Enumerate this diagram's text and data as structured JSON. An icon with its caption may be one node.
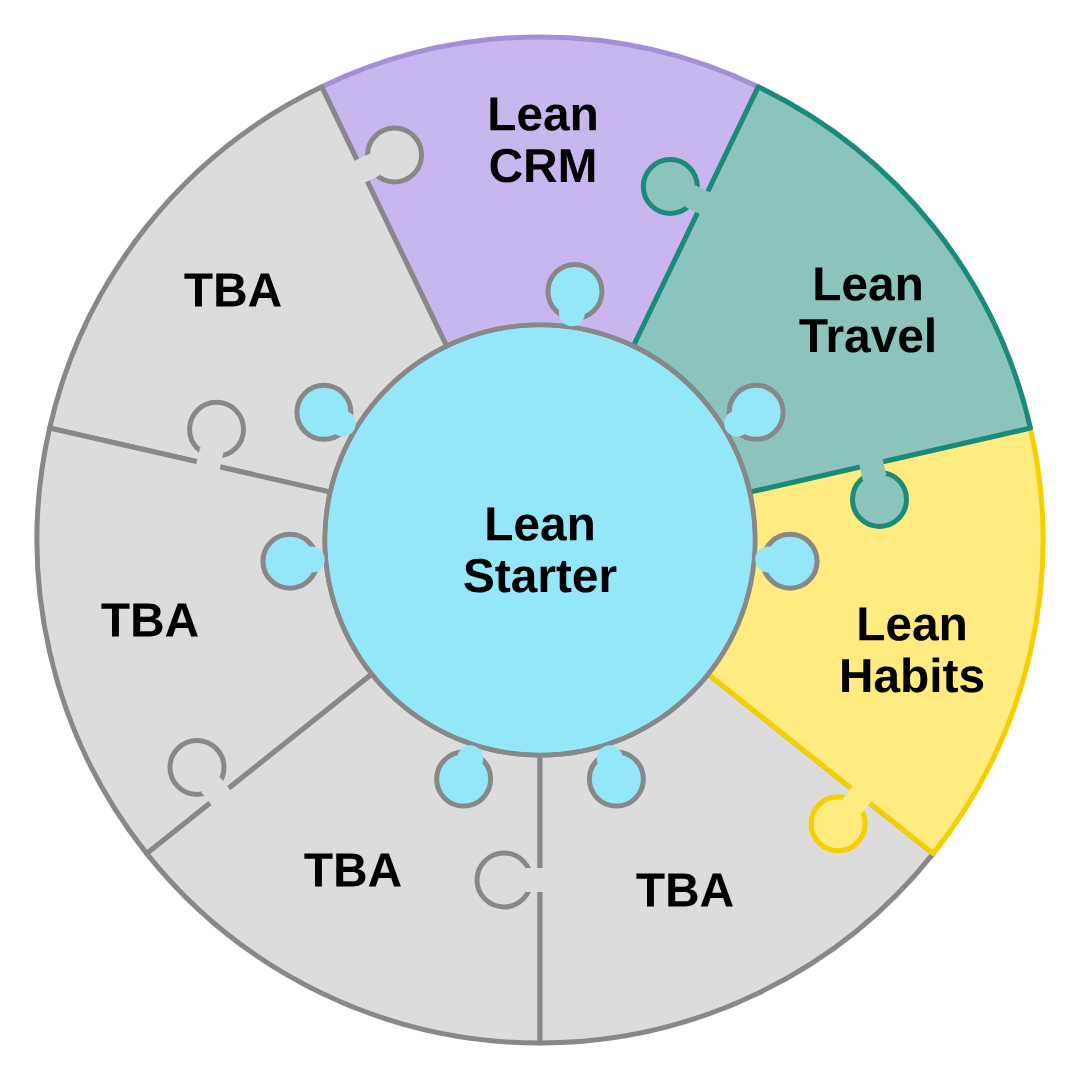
{
  "diagram": {
    "nodes": [
      {
        "text": [
          "Lean CRM"
        ]
      },
      {
        "text": [
          "TBA"
        ]
      },
      {
        "text": [
          "Lean Travel"
        ]
      },
      {
        "text": [
          "Lean Starter"
        ]
      },
      {
        "text": [
          "TBA"
        ]
      },
      {
        "text": [
          "Lean Habits"
        ]
      },
      {
        "text": [
          "TBA"
        ]
      },
      {
        "text": [
          "TBA"
        ]
      }
    ]
  }
}
